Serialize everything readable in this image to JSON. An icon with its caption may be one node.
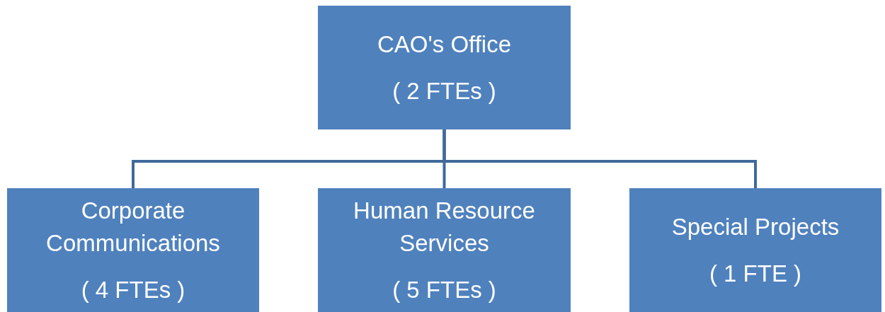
{
  "diagram": {
    "nodes": [
      {
        "text": [
          "CAO's Office",
          "( 2 FTEs )"
        ]
      },
      {
        "text": [
          "Corporate Communications",
          "( 4 FTEs )"
        ]
      },
      {
        "text": [
          "Human Resource Services",
          "( 5 FTEs )"
        ]
      },
      {
        "text": [
          "Special Projects",
          "( 1 FTE )"
        ]
      }
    ],
    "edges": [
      {
        "from": 0,
        "to": 1,
        "arrow": "none"
      },
      {
        "from": 0,
        "to": 2,
        "arrow": "none"
      },
      {
        "from": 0,
        "to": 3,
        "arrow": "none"
      }
    ]
  }
}
